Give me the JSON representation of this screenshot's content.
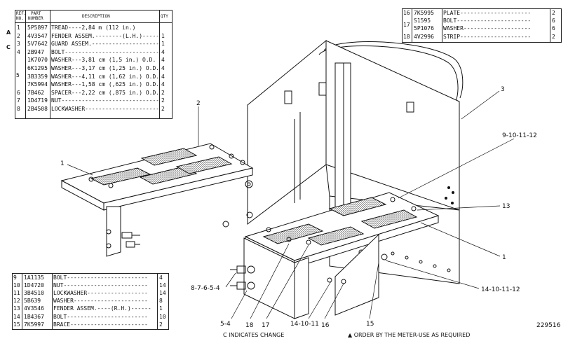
{
  "table_top_left": {
    "headers": {
      "ref": "REF.",
      "no": "NO.",
      "part": "PART",
      "number": "NUMBER",
      "description": "DESCRIPTION",
      "qty": "QTY"
    },
    "rows": [
      {
        "ref": "1",
        "part": "5P5897",
        "desc": "TREAD----2,84 m (112 in.)",
        "qty": ""
      },
      {
        "ref": "2",
        "part": "4V3547",
        "desc": "FENDER ASSEM.--------(L.H.)------",
        "qty": "1"
      },
      {
        "ref": "3",
        "part": "5V7642",
        "desc": "GUARD ASSEM.----------------------",
        "qty": "1"
      },
      {
        "ref": "4",
        "part": "2B947",
        "desc": "BOLT-------------------------------",
        "qty": "4"
      },
      {
        "ref": "",
        "part": "1K7070",
        "desc": "WASHER---3,81 cm (1,5 in.) O.D.",
        "qty": "4"
      },
      {
        "ref": "",
        "part": "6K1295",
        "desc": "WASHER---3,17 cm (1,25 in.) O.D.",
        "qty": "4"
      },
      {
        "ref": "",
        "part": "3B3359",
        "desc": "WASHER---4,11 cm (1,62 in.) O.D.",
        "qty": "4"
      },
      {
        "ref": "",
        "part": "7K5994",
        "desc": "WASHER---1,58 cm (,625 in.) O.D.",
        "qty": "4"
      },
      {
        "ref": "6",
        "part": "7B462",
        "desc": "SPACER---2,22 cm (,875 in.) O.D.",
        "qty": "2"
      },
      {
        "ref": "7",
        "part": "1D4719",
        "desc": "NUT-------------------------------",
        "qty": "2"
      },
      {
        "ref": "8",
        "part": "2B4508",
        "desc": "LOCKWASHER------------------------",
        "qty": "2"
      }
    ],
    "group_ref": "5",
    "margin_a": "A",
    "margin_c": "C"
  },
  "table_top_right": {
    "rows": [
      {
        "ref": "16",
        "part": "7K5995",
        "desc": "PLATE---------------------",
        "qty": "2"
      },
      {
        "ref": "",
        "part": "S1595",
        "desc": "BOLT----------------------",
        "qty": "6"
      },
      {
        "ref": "",
        "part": "5P1076",
        "desc": "WASHER--------------------",
        "qty": "6"
      },
      {
        "ref": "18",
        "part": "4V2996",
        "desc": "STRIP---------------------",
        "qty": "2"
      }
    ],
    "group_ref": "17"
  },
  "table_bottom_left": {
    "rows": [
      {
        "ref": "9",
        "part": "1A1135",
        "desc": "BOLT------------------------",
        "qty": "4"
      },
      {
        "ref": "10",
        "part": "1D4720",
        "desc": "NUT-------------------------",
        "qty": "14"
      },
      {
        "ref": "11",
        "part": "3B4510",
        "desc": "LOCKWASHER------------------",
        "qty": "14"
      },
      {
        "ref": "12",
        "part": "5B639",
        "desc": "WASHER----------------------",
        "qty": "8"
      },
      {
        "ref": "13",
        "part": "4V3546",
        "desc": "FENDER ASSEM.----(R.H.)------",
        "qty": "1"
      },
      {
        "ref": "14",
        "part": "1B4367",
        "desc": "BOLT------------------------",
        "qty": "10"
      },
      {
        "ref": "15",
        "part": "7K5997",
        "desc": "BRACE-----------------------",
        "qty": "2"
      }
    ]
  },
  "callouts": {
    "c1_left": "1",
    "c2": "2",
    "c3": "3",
    "c9_10_11_12": "9-10-11-12",
    "c13": "13",
    "c1_right": "1",
    "c14_10_11_12": "14-10-11-12",
    "c8_7_6_5_4": "8-7-6-5-4",
    "c5_4": "5-4",
    "c18": "18",
    "c17": "17",
    "c14_10_11": "14-10-11",
    "c16": "16",
    "c15": "15"
  },
  "footer": {
    "change_note": "C INDICATES CHANGE",
    "order_note": "▲ ORDER BY THE METER-USE AS REQUIRED",
    "drawing_number": "229516"
  }
}
